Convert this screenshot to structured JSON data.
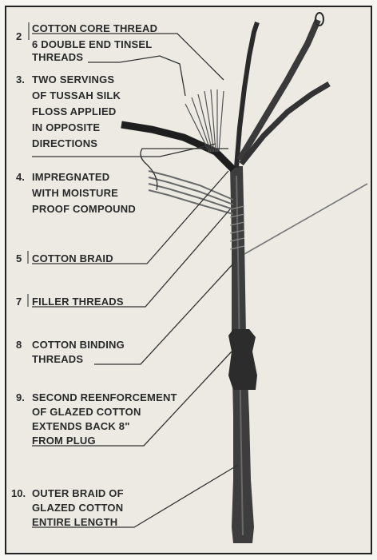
{
  "callouts": [
    {
      "num": "2",
      "lines": [
        "COTTON CORE THREAD"
      ]
    },
    {
      "num": "",
      "lines": [
        "6 DOUBLE END TINSEL",
        "THREADS"
      ]
    },
    {
      "num": "3.",
      "lines": [
        "TWO SERVINGS",
        "OF TUSSAH SILK",
        "FLOSS APPLIED",
        "IN OPPOSITE",
        "DIRECTIONS"
      ]
    },
    {
      "num": "4.",
      "lines": [
        "IMPREGNATED",
        "WITH MOISTURE",
        "PROOF COMPOUND"
      ]
    },
    {
      "num": "5",
      "lines": [
        "COTTON BRAID"
      ]
    },
    {
      "num": "7",
      "lines": [
        "FILLER THREADS"
      ]
    },
    {
      "num": "8",
      "lines": [
        "COTTON BINDING",
        "THREADS"
      ]
    },
    {
      "num": "9.",
      "lines": [
        "SECOND REENFORCEMENT",
        "OF GLAZED COTTON",
        "EXTENDS BACK 8\"",
        "FROM PLUG"
      ]
    },
    {
      "num": "10.",
      "lines": [
        "OUTER BRAID OF",
        "GLAZED COTTON",
        "ENTIRE LENGTH"
      ]
    }
  ],
  "colors": {
    "paper": "#eceae3",
    "ink": "#2a2a2a",
    "cord": "#3d3d3d",
    "cord_dark": "#1e1e1e"
  }
}
